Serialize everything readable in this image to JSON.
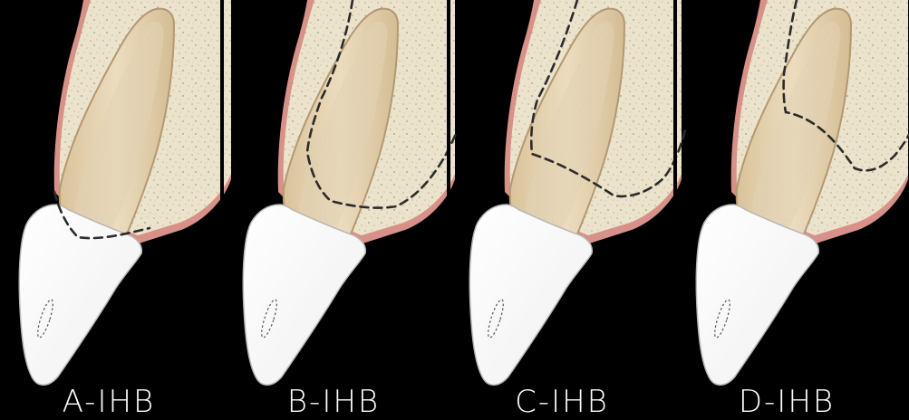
{
  "panels": [
    {
      "label": "A-IHB",
      "grade": "A",
      "dashed_outline": "extends from marginal bone past the root, ending near the crown"
    },
    {
      "label": "B-IHB",
      "grade": "B"
    },
    {
      "label": "C-IHB",
      "grade": "C"
    },
    {
      "label": "D-IHB",
      "grade": "D"
    }
  ],
  "colors": {
    "background": "#000000",
    "bone": "#ece3cc",
    "bone_speckle": "#b8ad95",
    "gingiva": "#d79189",
    "root": "#e6d3b2",
    "root_outline": "#b39872",
    "crown": "#fbfbfb",
    "crown_outline": "#b7b7b7",
    "label": "#ffffff",
    "dashed_line": "#2b2b2b"
  }
}
